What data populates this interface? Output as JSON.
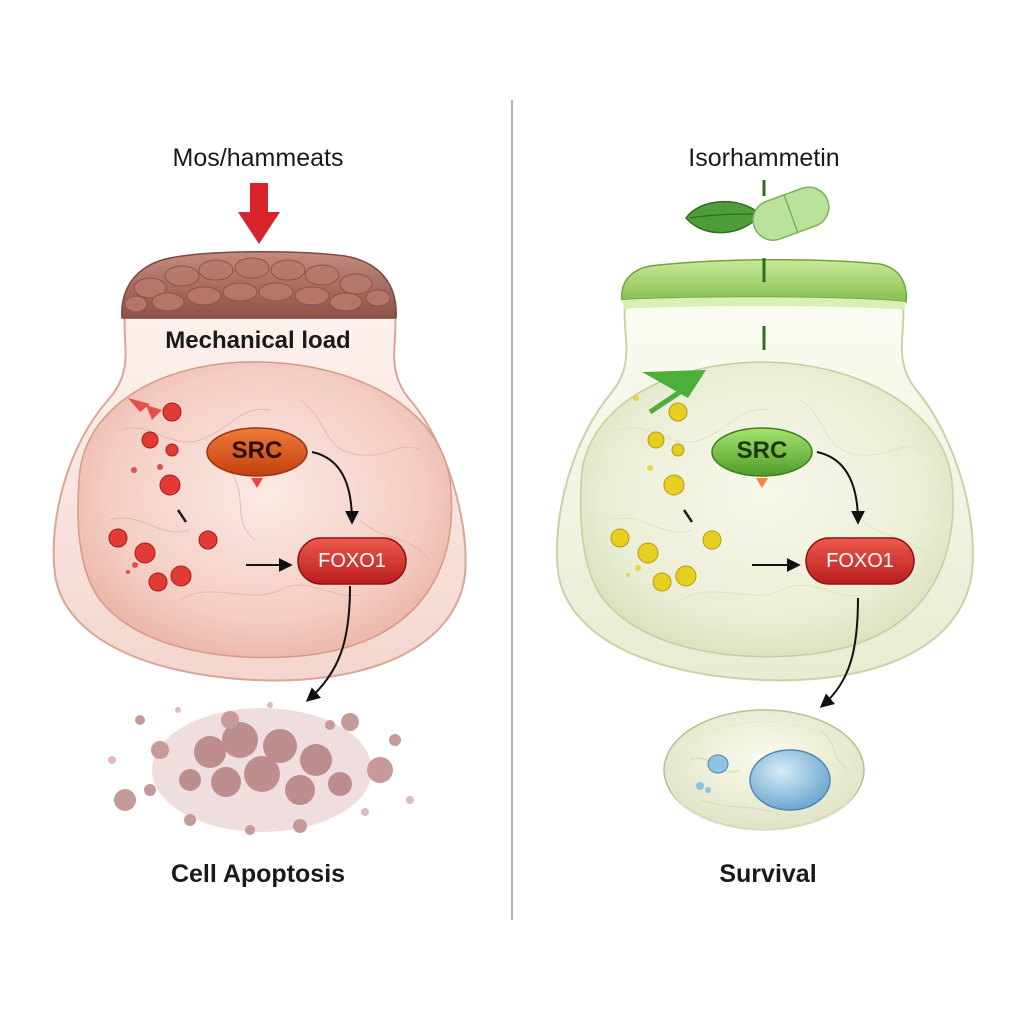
{
  "left_panel": {
    "title": "Mos/hammeats",
    "sublabel": "Mechanical load",
    "src_label": "SRC",
    "foxo_label": "FOXO1",
    "outcome": "Cell Apoptosis"
  },
  "right_panel": {
    "title": "Isorhammetin",
    "src_label": "SRC",
    "foxo_label": "FOXO1",
    "outcome": "Survival"
  },
  "colors": {
    "stress_arrow": "#d8232a",
    "src_stressed": "#d9531e",
    "src_protected": "#6cc03a",
    "foxo": "#d42c2c",
    "tissue_top": "#a56a5e",
    "tissue_top_protected": "#9fd26b",
    "cell_stressed": "#f5cfc6",
    "cell_protected": "#ecefd8",
    "red_particles": "#e23a35",
    "yellow_particles": "#e8cf1f",
    "nucleus": "#8ec3e3"
  },
  "icons": {
    "stress": "red-down-arrow-icon",
    "treatment": "leaf-and-capsule-icon"
  }
}
